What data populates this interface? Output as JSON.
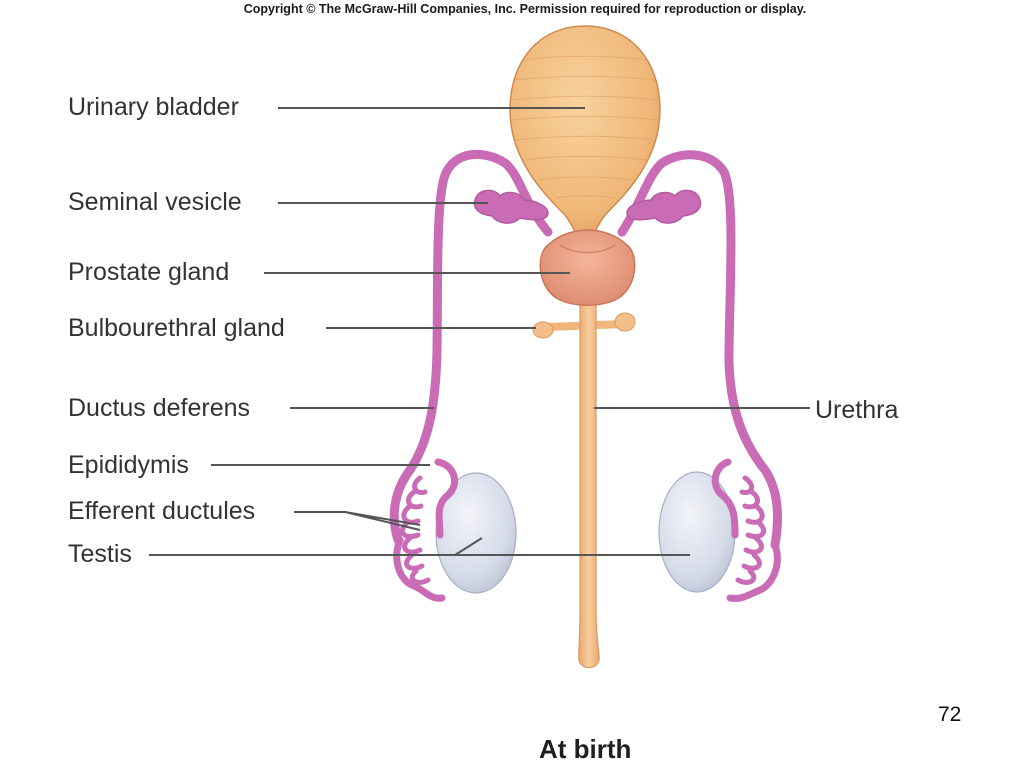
{
  "copyright": "Copyright © The McGraw-Hill Companies, Inc. Permission required for reproduction or display.",
  "caption": "At birth",
  "page_number": "72",
  "labels": {
    "urinary_bladder": "Urinary bladder",
    "seminal_vesicle": "Seminal vesicle",
    "prostate_gland": "Prostate gland",
    "bulbourethral_gland": "Bulbourethral gland",
    "ductus_deferens": "Ductus deferens",
    "epididymis": "Epididymis",
    "efferent_ductules": "Efferent ductules",
    "testis": "Testis",
    "urethra": "Urethra"
  },
  "colors": {
    "bladder": "#EFB777",
    "urethra": "#F4BE8A",
    "prostate": "#EC9C80",
    "ducts": "#C96BB5",
    "testis": "#D9DEEB",
    "leader_line": "#555555"
  }
}
